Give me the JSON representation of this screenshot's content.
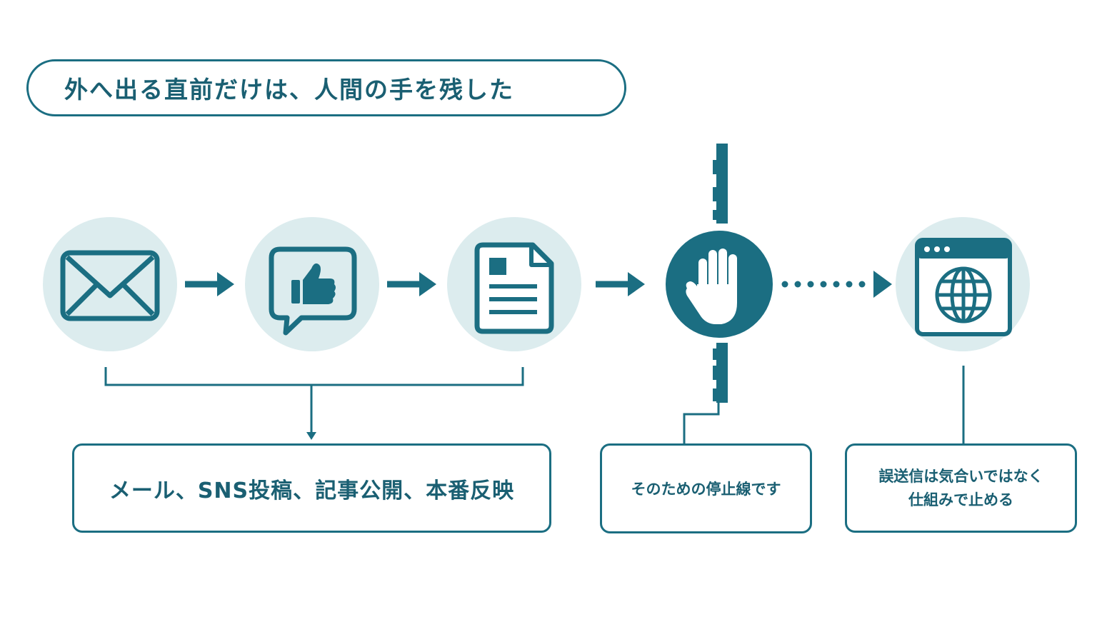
{
  "title": "外へ出る直前だけは、人間の手を残した",
  "steps": [
    {
      "icon": "envelope-icon"
    },
    {
      "icon": "thumbs-up-speech-bubble-icon"
    },
    {
      "icon": "document-icon"
    },
    {
      "icon": "stop-hand-icon"
    },
    {
      "icon": "browser-globe-icon"
    }
  ],
  "boxes": {
    "channels": "メール、SNS投稿、記事公開、本番反映",
    "stop_line": "そのための停止線です",
    "mistake_line1": "誤送信は気合いではなく",
    "mistake_line2": "仕組みで止める"
  },
  "colors": {
    "primary": "#1b6e82",
    "text": "#1a5f72",
    "circle_fill": "#dcecee",
    "background": "#ffffff"
  }
}
